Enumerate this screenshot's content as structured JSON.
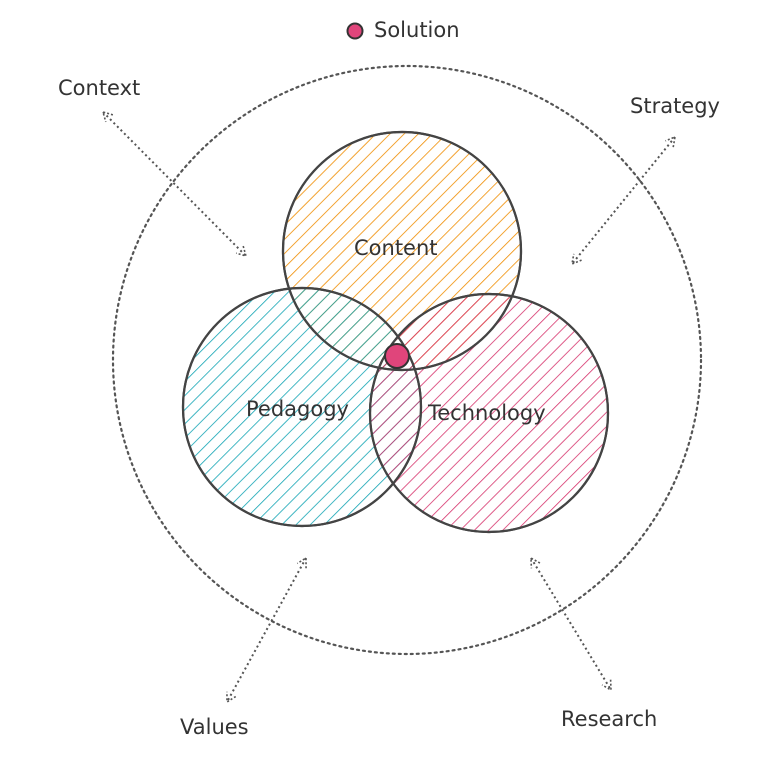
{
  "legend": {
    "label": "Solution",
    "marker_color": "#e0457b"
  },
  "circles": {
    "content": {
      "label": "Content",
      "color": "#f08c00"
    },
    "pedagogy": {
      "label": "Pedagogy",
      "color": "#12a4b4"
    },
    "technology": {
      "label": "Technology",
      "color": "#d6336c"
    }
  },
  "factors": {
    "context": {
      "label": "Context"
    },
    "strategy": {
      "label": "Strategy"
    },
    "values": {
      "label": "Values"
    },
    "research": {
      "label": "Research"
    }
  },
  "style": {
    "stroke": "#444444",
    "dotted": "#555555"
  }
}
